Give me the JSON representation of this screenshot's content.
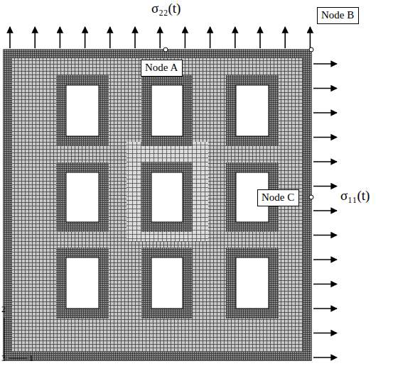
{
  "diagram": {
    "nodes": [
      {
        "text": [
          "Node A"
        ]
      },
      {
        "text": [
          "Node B"
        ]
      },
      {
        "text": [
          "Node C"
        ]
      }
    ],
    "labels": [
      "σ₂₂(t)",
      "σ₁₁(t)",
      "2",
      "3",
      "1"
    ]
  }
}
